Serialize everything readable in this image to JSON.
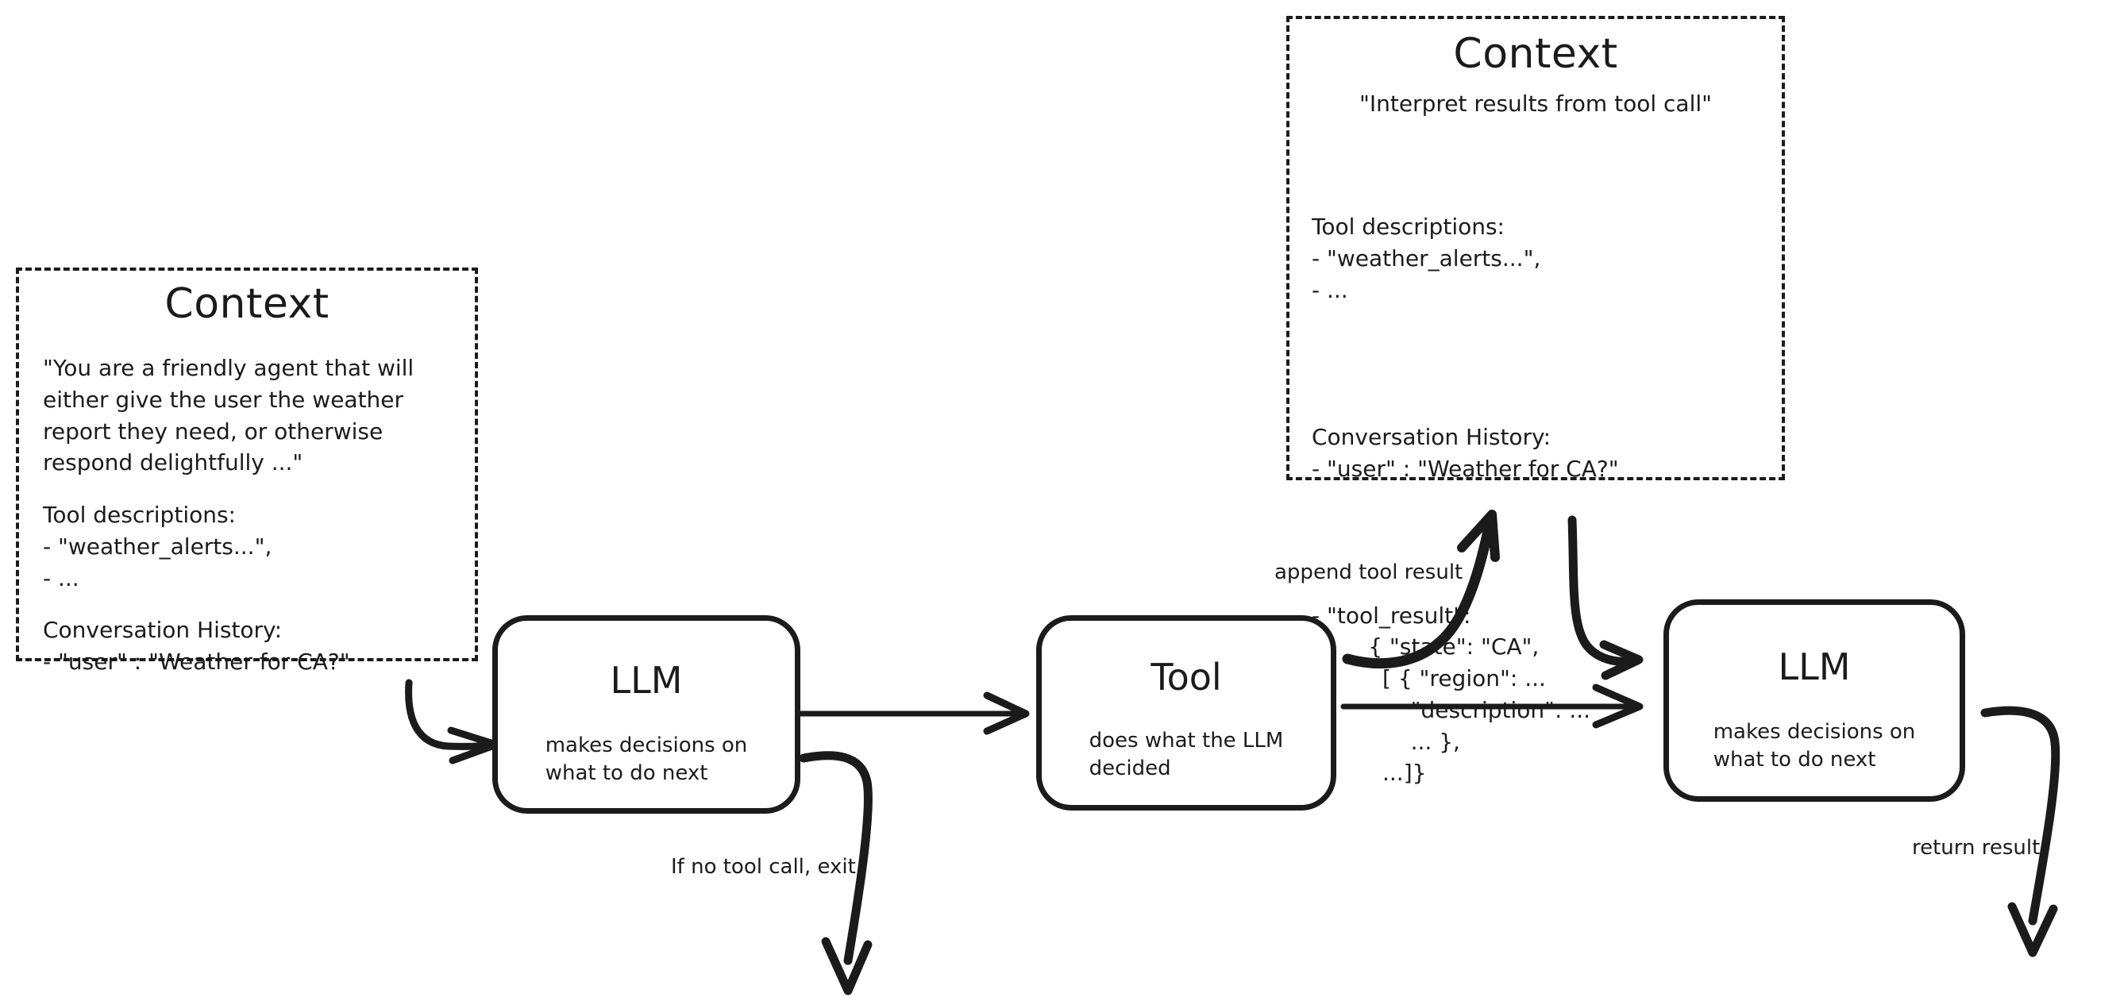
{
  "diagram": {
    "title_left_context": "Context",
    "title_right_context": "Context",
    "left_context": {
      "title": "Context",
      "system_prompt": "\"You are a friendly agent that will\neither give the user the weather\nreport they need, or otherwise\nrespond delightfully ...\"",
      "tool_descriptions_heading": "Tool descriptions:",
      "tool_descriptions_items": "- \"weather_alerts...\",\n- ...",
      "conversation_heading": "Conversation History:",
      "conversation_items": "- \"user\" : \"Weather for CA?\""
    },
    "right_context": {
      "title": "Context",
      "instruction": "\"Interpret results from tool call\"",
      "tool_descriptions_heading": "Tool descriptions:",
      "tool_descriptions_items": "- \"weather_alerts...\",\n- ...",
      "conversation_heading": "Conversation History:",
      "conversation_user": "- \"user\" : \"Weather for CA?\"",
      "tool_result": "- \"tool_result\":\n        { \"state\": \"CA\",\n          [ { \"region\": ...\n              \"description\": ...\n              ... },\n          ...]}"
    },
    "nodes": {
      "llm_left": {
        "title": "LLM",
        "subtitle": "makes decisions on\nwhat to do next"
      },
      "tool": {
        "title": "Tool",
        "subtitle": "does what the LLM\ndecided"
      },
      "llm_right": {
        "title": "LLM",
        "subtitle": "makes decisions on\nwhat to do next"
      }
    },
    "edge_labels": {
      "append_tool_result": "append tool result",
      "if_no_tool_call_exit": "If no tool call, exit",
      "return_result": "return result"
    },
    "colors": {
      "ink": "#1b1b1b",
      "background": "#ffffff"
    }
  }
}
